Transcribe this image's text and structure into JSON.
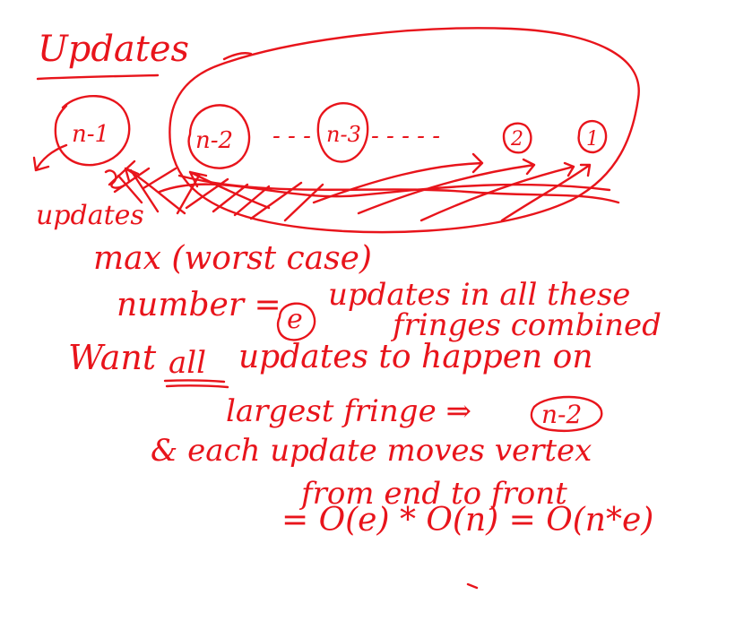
{
  "ink_color": "#e8141b",
  "background_color": "#ffffff",
  "heading": "Updates",
  "nodes": [
    "n-1",
    "n-2",
    "n-3",
    "2",
    "1"
  ],
  "ellipsis_dashes": [
    "- - -",
    "- - - - -"
  ],
  "side_label": "updates",
  "lines": {
    "line1": "max (worst case)",
    "line2_prefix": "number =",
    "line2_symbol": "e",
    "line2_suffix": "updates in all these",
    "line3": "fringes combined",
    "line4_prefix": "Want",
    "line4_underlined": "all",
    "line4_suffix": "updates to happen on",
    "line5_prefix": "largest fringe ⇒",
    "line5_circled": "n-2",
    "line6": "& each update moves vertex",
    "line7": "from end to front",
    "line8": "= O(e) * O(n) = O(n*e)"
  }
}
